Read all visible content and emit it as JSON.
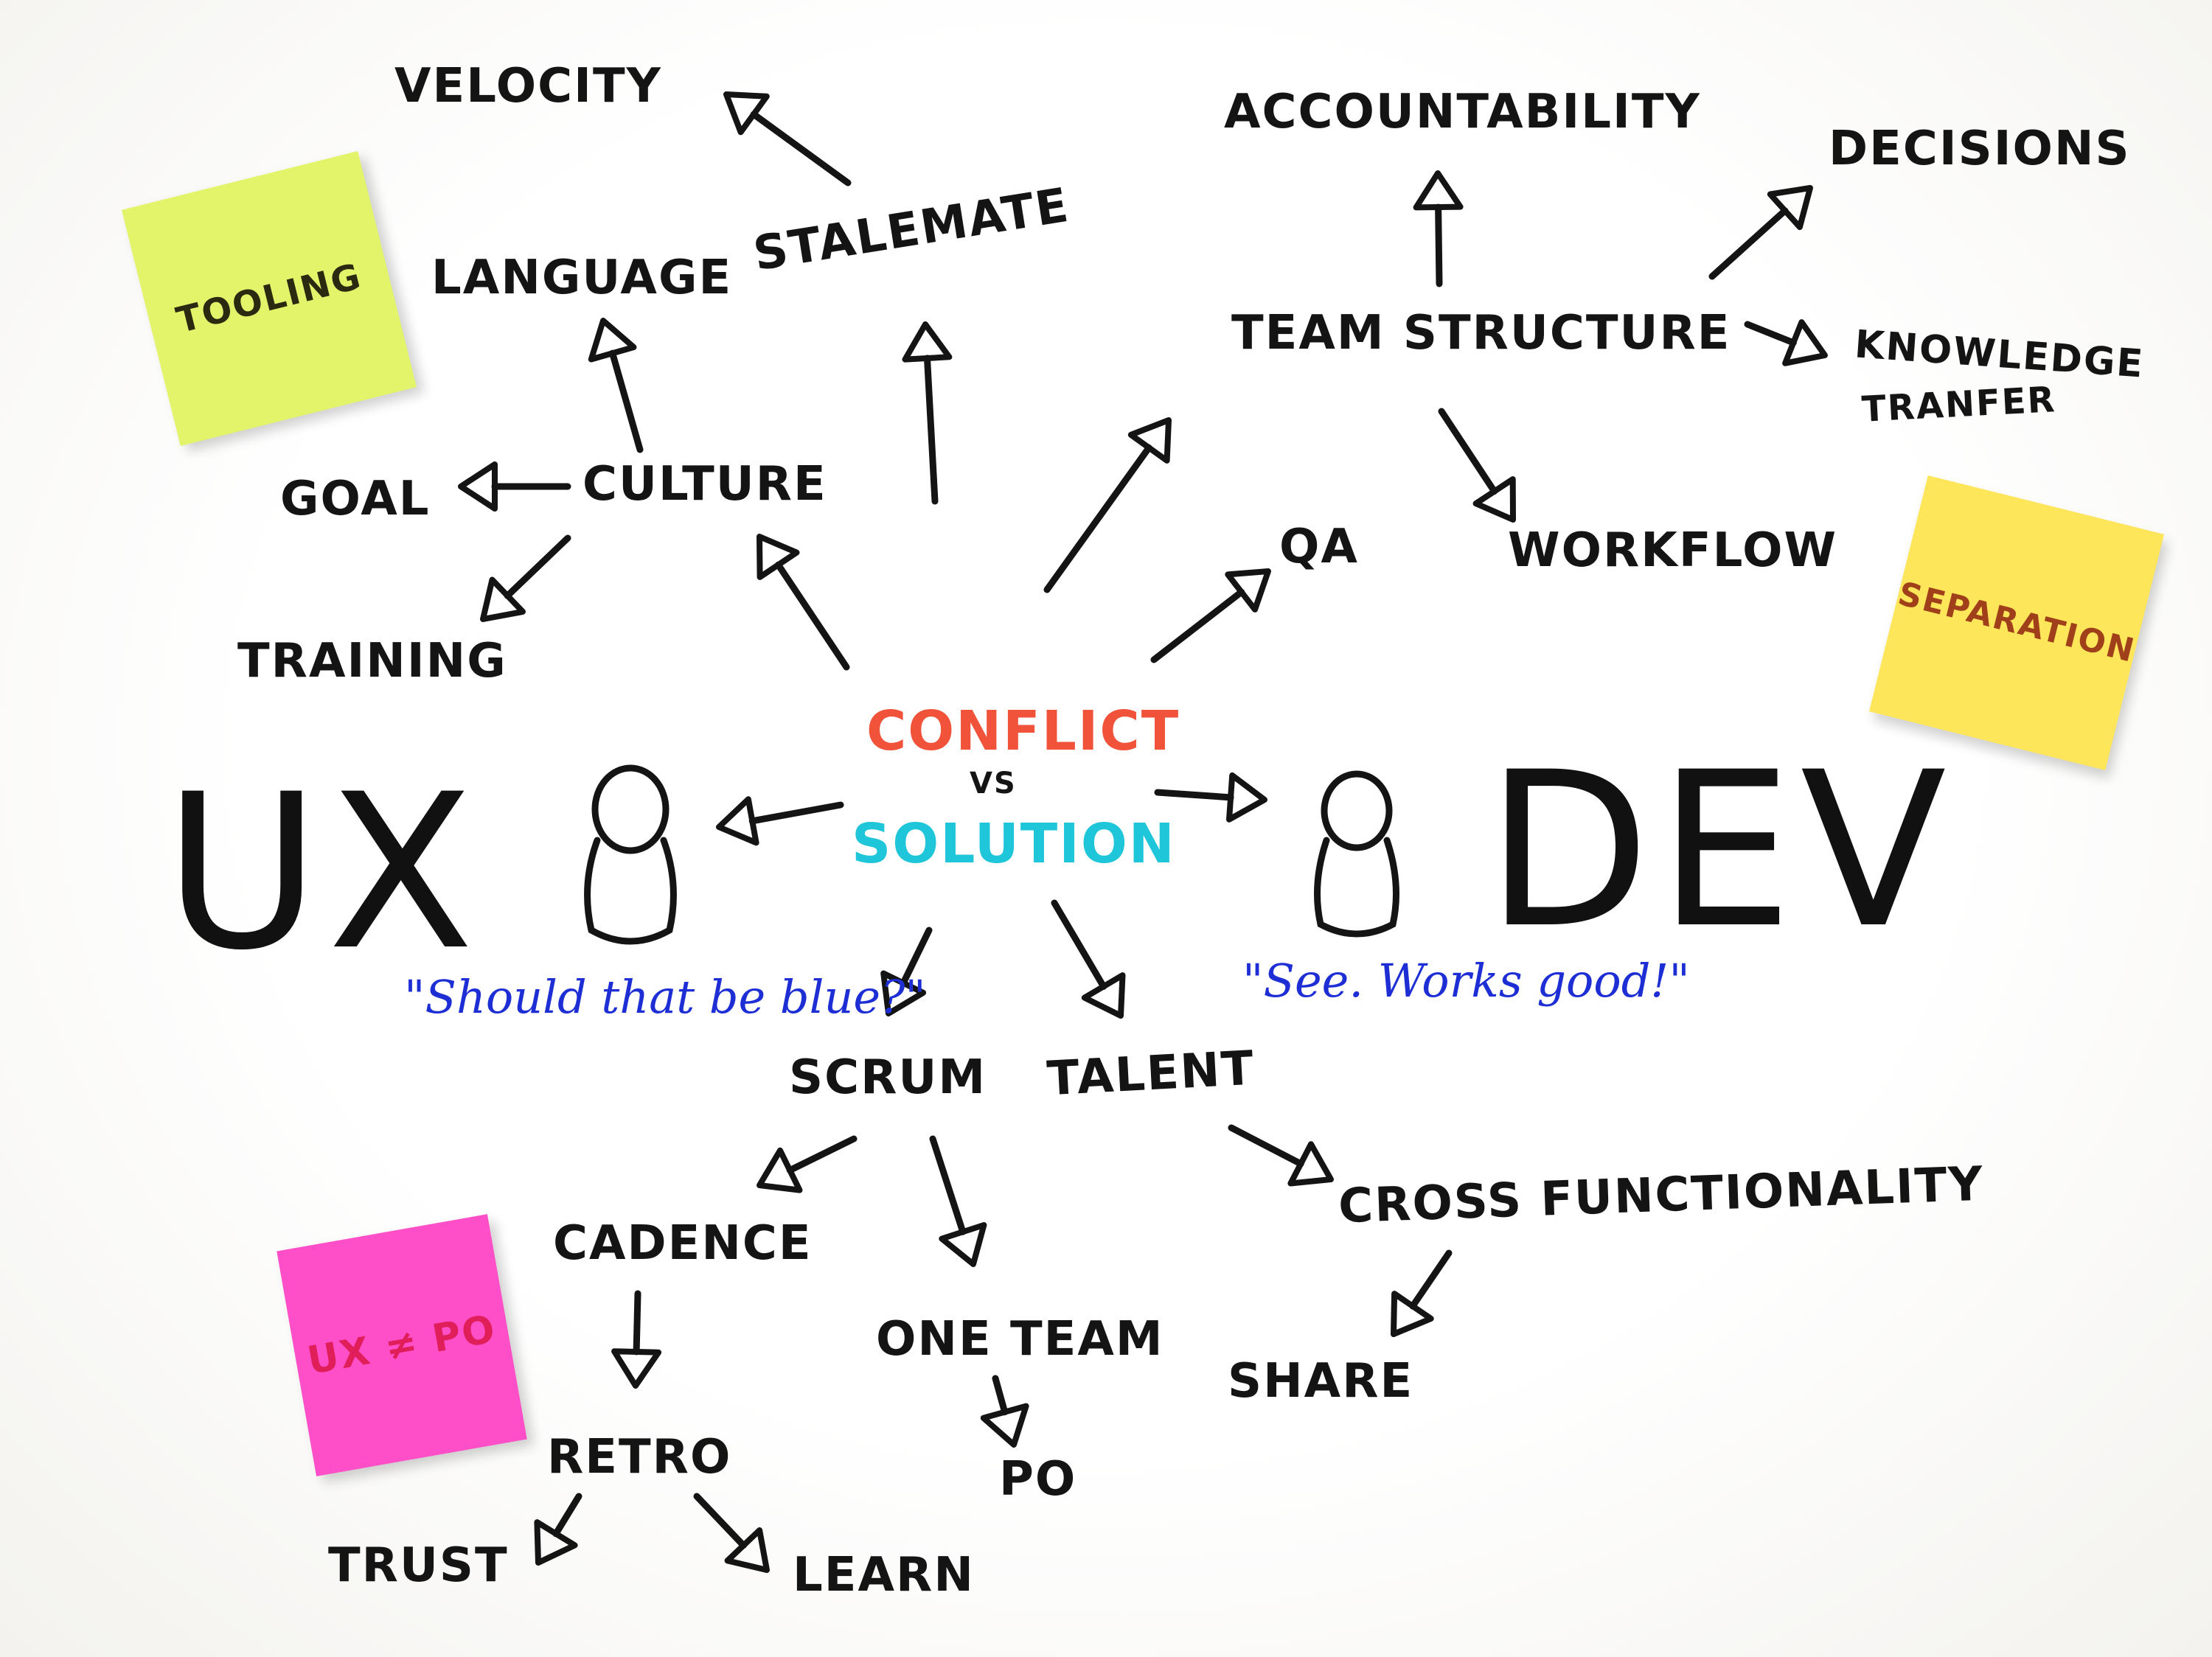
{
  "center": {
    "conflict": "CONFLICT",
    "vs": "VS",
    "solution": "SOLUTION"
  },
  "roles": {
    "ux": "UX",
    "dev": "DEV",
    "ux_quote": "\"Should that be blue?\"",
    "dev_quote": "\"See. Works good!\""
  },
  "topics": {
    "velocity": "VELOCITY",
    "stalemate": "STALEMATE",
    "language": "LANGUAGE",
    "culture": "CULTURE",
    "goal": "GOAL",
    "training": "TRAINING",
    "accountability": "ACCOUNTABILITY",
    "team_structure": "TEAM STRUCTURE",
    "decisions": "DECISIONS",
    "knowledge_transfer_line1": "KNOWLEDGE",
    "knowledge_transfer_line2": "TRANFER",
    "workflow": "WORKFLOW",
    "qa": "QA",
    "scrum": "SCRUM",
    "talent": "TALENT",
    "cadence": "CADENCE",
    "one_team": "ONE TEAM",
    "po": "PO",
    "retro": "RETRO",
    "trust": "TRUST",
    "learn": "LEARN",
    "cross_functionality": "CROSS FUNCTIONALITY",
    "share": "SHARE"
  },
  "sticky_notes": {
    "tooling": "TOOLING",
    "separation": "SEPARATION",
    "ux_po": "UX ≠ PO"
  },
  "colors": {
    "ink": "#141414",
    "conflict": "#f0523a",
    "solution": "#1fc6d9",
    "quote": "#1d2fd4",
    "note_tooling": "#e3f36a",
    "note_separation": "#fde659",
    "note_ux_po": "#ff4fc8",
    "note_separation_text": "#a0401a",
    "note_ux_po_text": "#e01e5a"
  }
}
